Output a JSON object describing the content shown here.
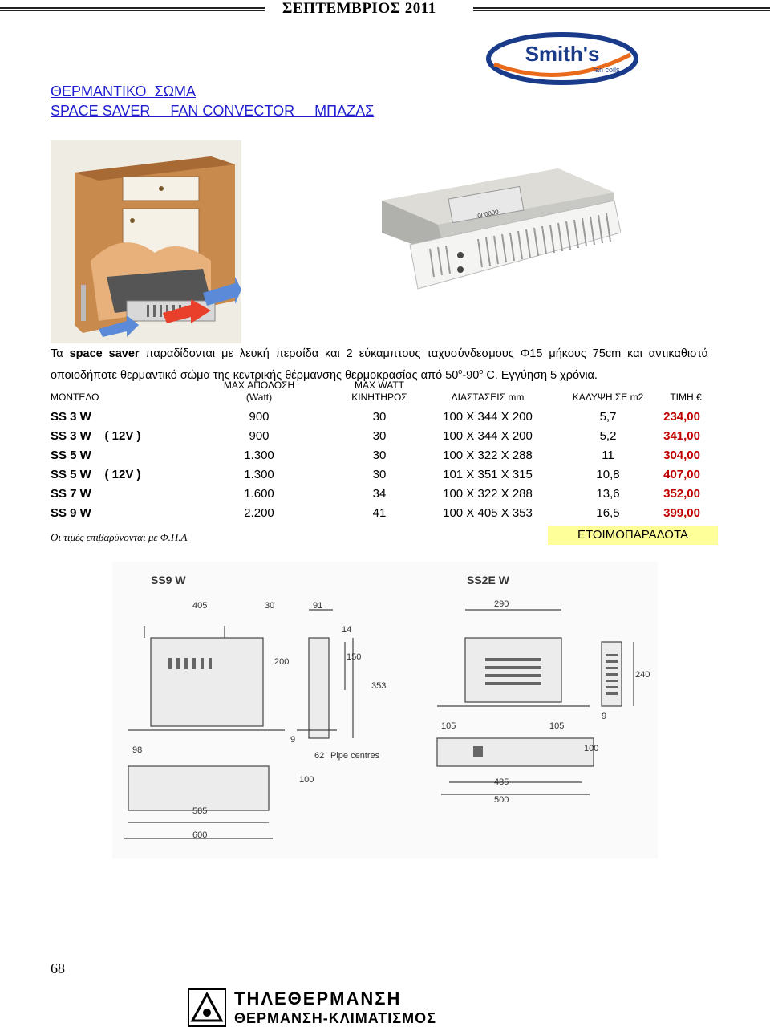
{
  "header": {
    "month": "ΣΕΠΤΕΜΒΡΙΟΣ 2011"
  },
  "logo": {
    "brand": "Smith's",
    "sub": "fan coils"
  },
  "title": {
    "line1": "ΘΕΡΜΑΝΤΙΚΟ  ΣΩΜΑ",
    "line2": "SPACE SAVER     FAN CONVECTOR     ΜΠΑΖΑΣ"
  },
  "product_label": "000000",
  "description": {
    "pre": "Τα ",
    "bold": "space saver",
    "rest": " παραδίδονται με  λευκή περσίδα  και 2 εύκαμπτους  ταχυσύνδεσμους Φ15 μήκους 75cm και αντικαθιστά οποιοδήποτε θερμαντικό σώμα της κεντρικής θέρμανσης θερμοκρασίας από 50",
    "sup1": "o",
    "mid": "-90",
    "sup2": "o",
    "end": " C.  Εγγύηση  5  χρόνια."
  },
  "table": {
    "headers": [
      "ΜΟΝΤΕΛΟ",
      "MAX ΑΠΟΔΟΣΗ (Watt)",
      "MAX WATT ΚΙΝΗΤΗΡΟΣ",
      "ΔΙΑΣΤΑΣΕΙΣ mm",
      "ΚΑΛΥΨΗ ΣΕ m2",
      "ΤΙΜΗ €"
    ],
    "rows": [
      {
        "model": "SS 3 W",
        "power": "900",
        "motor": "30",
        "dims": "100 X 344 X 200",
        "cover": "5,7",
        "price": "234,00"
      },
      {
        "model": "SS 3 W    ( 12V )",
        "power": "900",
        "motor": "30",
        "dims": "100 X 344 X 200",
        "cover": "5,2",
        "price": "341,00"
      },
      {
        "model": "SS 5 W",
        "power": "1.300",
        "motor": "30",
        "dims": "100 X 322 X 288",
        "cover": "11",
        "price": "304,00"
      },
      {
        "model": "SS 5 W    ( 12V )",
        "power": "1.300",
        "motor": "30",
        "dims": "101 X 351 X 315",
        "cover": "10,8",
        "price": "407,00"
      },
      {
        "model": "SS 7 W",
        "power": "1.600",
        "motor": "34",
        "dims": "100 X 322 X 288",
        "cover": "13,6",
        "price": "352,00"
      },
      {
        "model": "SS 9 W",
        "power": "2.200",
        "motor": "41",
        "dims": "100 X 405 X 353",
        "cover": "16,5",
        "price": "399,00"
      }
    ]
  },
  "vat_note": "Οι τιμές επιβαρύνονται με Φ.Π.Α",
  "ready_label": "ΕΤΟΙΜΟΠΑΡΑΔΟΤΑ",
  "drawing": {
    "left_title": "SS9 W",
    "right_title": "SS2E W",
    "left_dims": [
      "405",
      "30",
      "91",
      "14",
      "200",
      "150",
      "353",
      "9",
      "98",
      "62",
      "Pipe centres",
      "100",
      "585",
      "600"
    ],
    "right_dims": [
      "290",
      "240",
      "9",
      "105",
      "105",
      "100",
      "485",
      "500"
    ]
  },
  "page_number": "68",
  "footer": {
    "name": "ΤΗΛΕΘΕΡΜΑΝΣΗ",
    "tagline": "ΘΕΡΜΑΝΣΗ-ΚΛΙΜΑΤΙΣΜΟΣ"
  }
}
